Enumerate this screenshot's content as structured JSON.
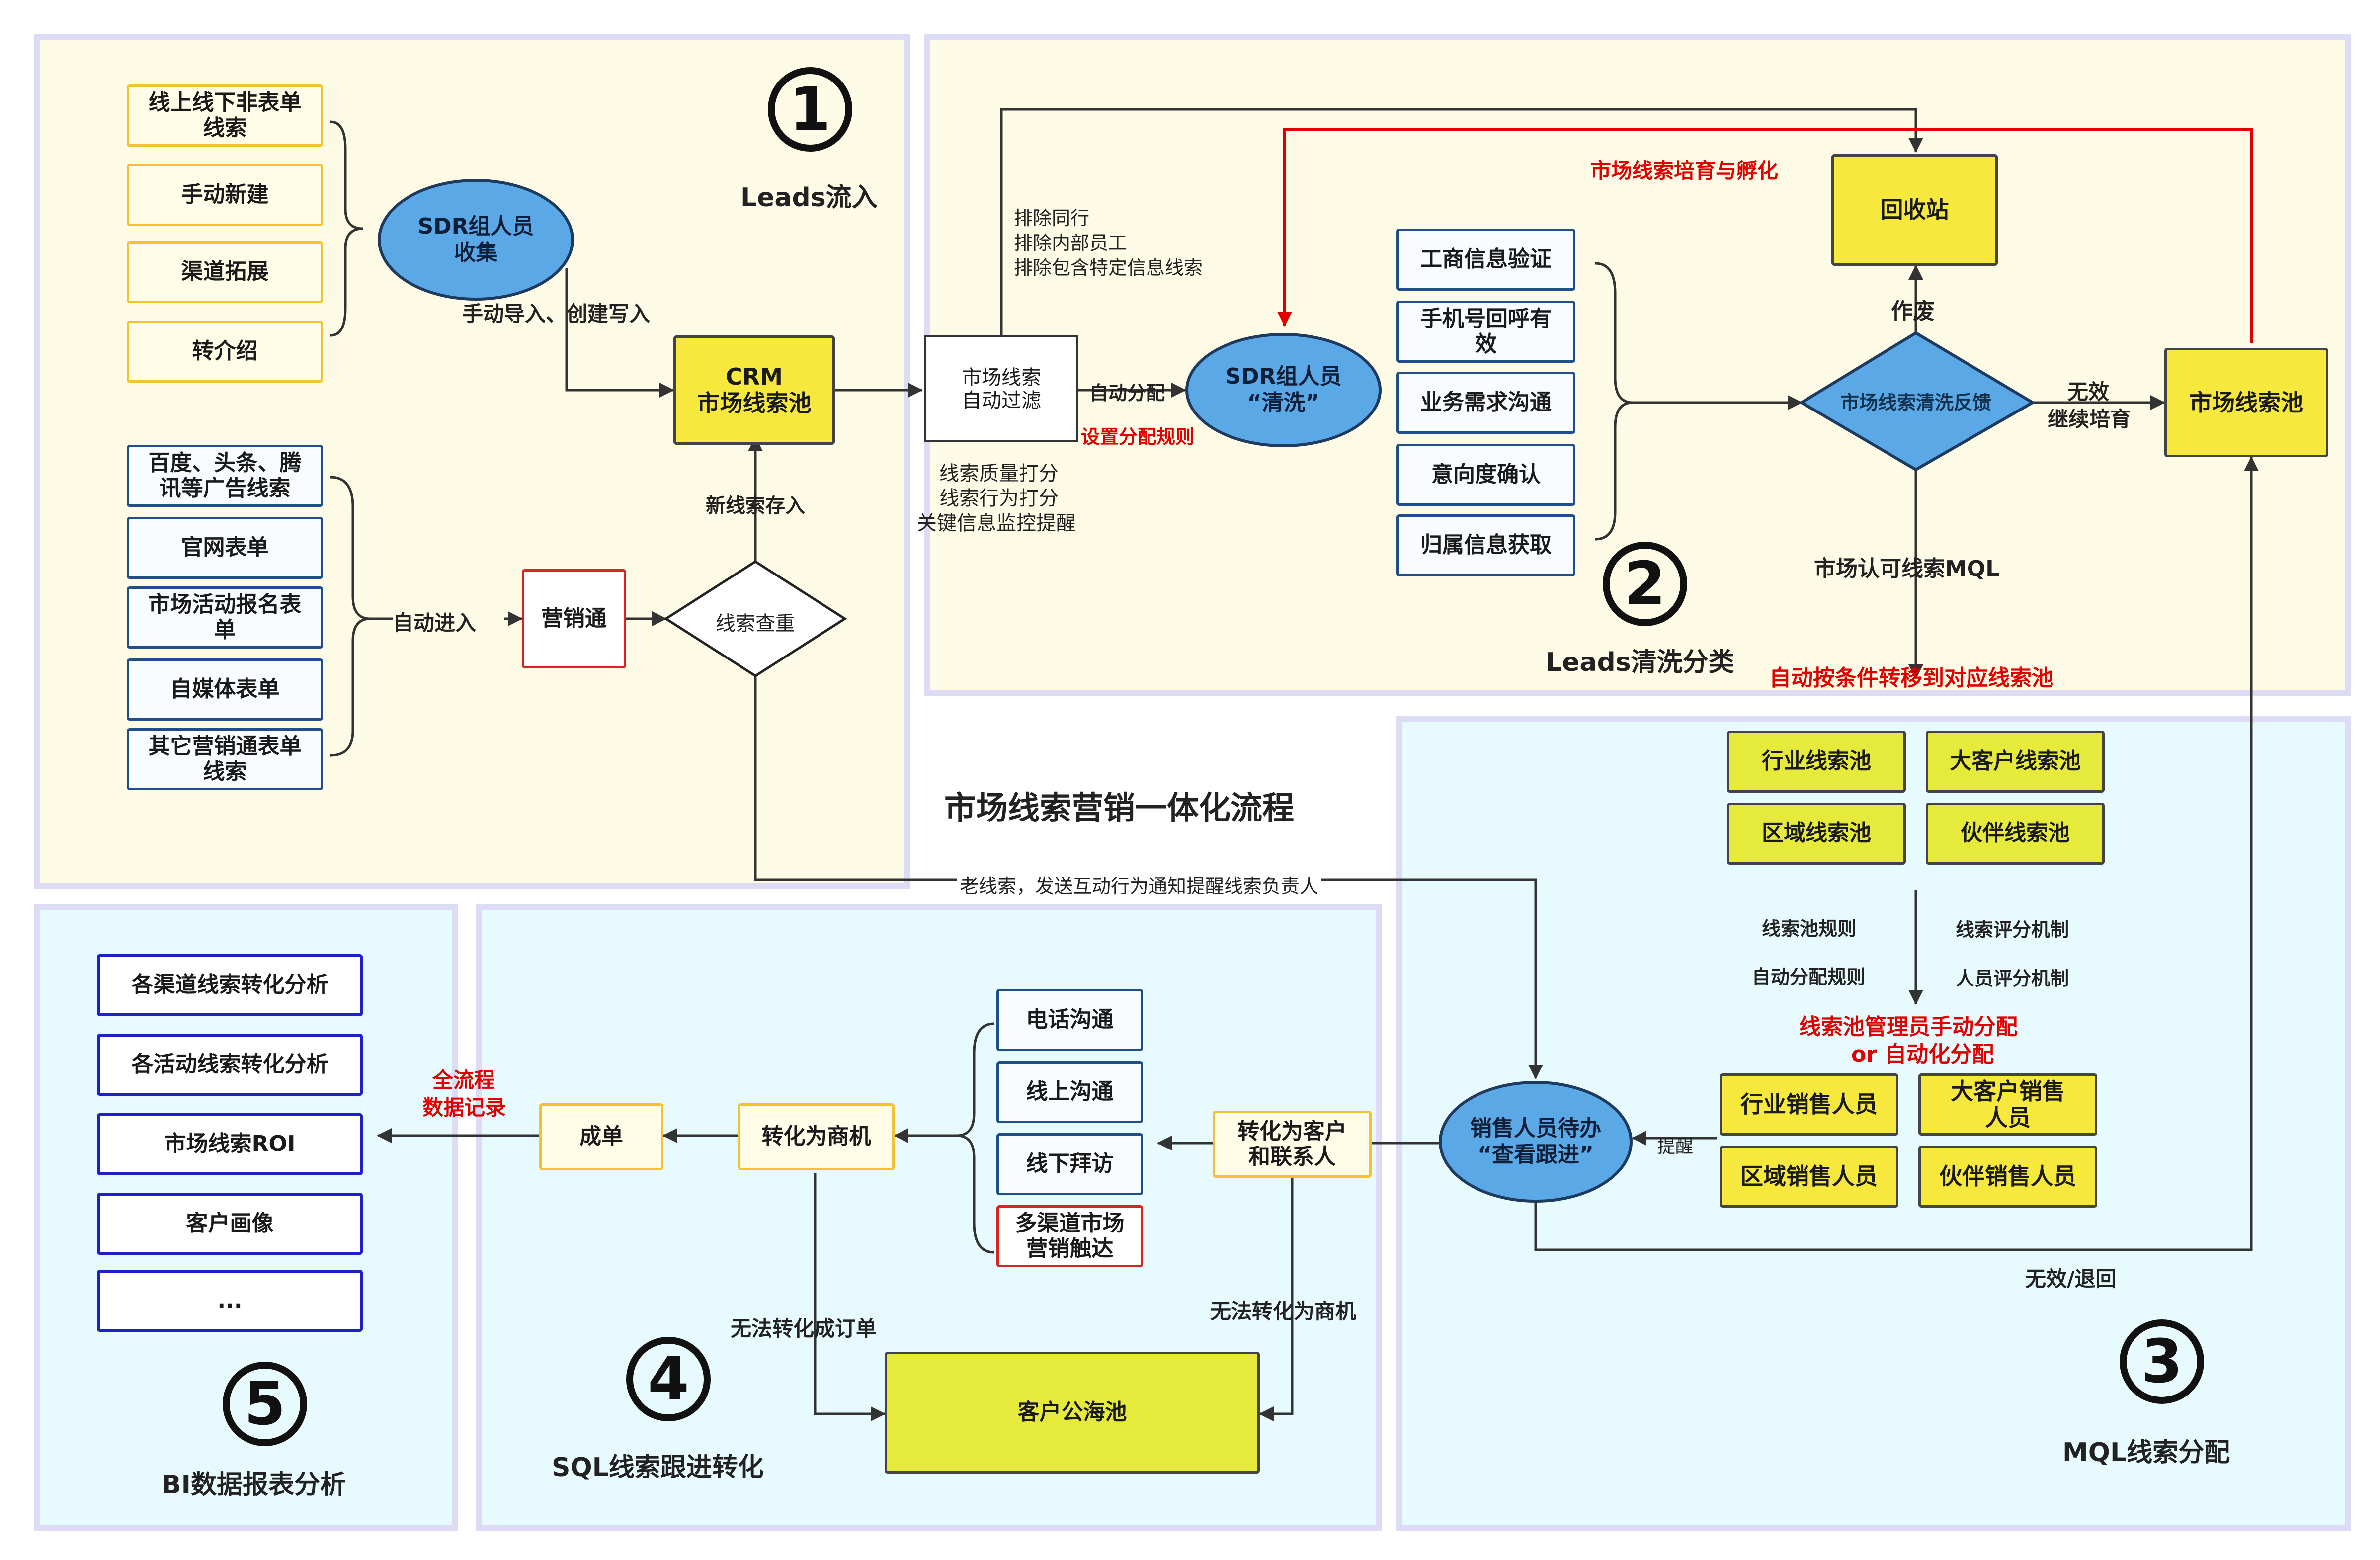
{
  "title": "市场线索营销一体化流程",
  "sections": {
    "s1": {
      "number": "1",
      "label": "Leads流入"
    },
    "s2": {
      "number": "2",
      "label": "Leads清洗分类"
    },
    "s3": {
      "number": "3",
      "label": "MQL线索分配"
    },
    "s4": {
      "number": "4",
      "label": "SQL线索跟进转化"
    },
    "s5": {
      "number": "5",
      "label": "BI数据报表分析"
    }
  },
  "stage1": {
    "offline_sources": [
      "线上线下非表单线索",
      "手动新建",
      "渠道拓展",
      "转介绍"
    ],
    "online_sources": [
      "百度、头条、腾讯等广告线索",
      "官网表单",
      "市场活动报名表单",
      "自媒体表单",
      "其它营销通表单线索"
    ],
    "sdr_collect": "SDR组人员收集",
    "manual_import": "手动导入、创建写入",
    "crm_pool": [
      "CRM",
      "市场线索池"
    ],
    "auto_enter": "自动进入",
    "yingxiaotong": "营销通",
    "dedup": "线索查重",
    "new_lead_saved": "新线索存入",
    "old_lead_note": "老线索，发送互动行为通知提醒线索负责人"
  },
  "stage2": {
    "exclude_rules": [
      "排除同行",
      "排除内部员工",
      "排除包含特定信息线索"
    ],
    "auto_filter": [
      "市场线索",
      "自动过滤"
    ],
    "scoring": [
      "线索质量打分",
      "线索行为打分",
      "关键信息监控提醒"
    ],
    "auto_assign": "自动分配",
    "assign_rule": "设置分配规则",
    "sdr_clean": [
      "SDR组人员",
      "“清洗”"
    ],
    "checks": [
      "工商信息验证",
      "手机号回呼有效",
      "业务需求沟通",
      "意向度确认",
      "归属信息获取"
    ],
    "feedback": "市场线索清洗反馈",
    "nurture": "市场线索培育与孵化",
    "recycle_bin": "回收站",
    "discard": "作废",
    "invalid_keep": [
      "无效",
      "继续培育"
    ],
    "market_pool": "市场线索池",
    "mql_accept": "市场认可线索MQL",
    "auto_transfer": "自动按条件转移到对应线索池"
  },
  "stage3": {
    "pools": [
      "行业线索池",
      "大客户线索池",
      "区域线索池",
      "伙伴线索池"
    ],
    "rules_left": [
      "线索池规则",
      "自动分配规则"
    ],
    "rules_right": [
      "线索评分机制",
      "人员评分机制"
    ],
    "dispatch": [
      "线索池管理员手动分配",
      "or 自动化分配"
    ],
    "sales": [
      "行业销售人员",
      "大客户销售人员",
      "区域销售人员",
      "伙伴销售人员"
    ],
    "remind": "提醒",
    "sales_todo": [
      "销售人员待办",
      "“查看跟进”"
    ],
    "invalid_return": "无效/退回"
  },
  "stage4": {
    "convert_contact": [
      "转化为客户",
      "和联系人"
    ],
    "channels": [
      "电话沟通",
      "线上沟通",
      "线下拜访",
      "多渠道市场营销触达"
    ],
    "convert_opp": "转化为商机",
    "deal": "成单",
    "no_order": "无法转化成订单",
    "no_opp": "无法转化为商机",
    "public_pool": "客户公海池",
    "full_record": [
      "全流程",
      "数据记录"
    ]
  },
  "stage5": {
    "reports": [
      "各渠道线索转化分析",
      "各活动线索转化分析",
      "市场线索ROI",
      "客户画像",
      "..."
    ]
  }
}
